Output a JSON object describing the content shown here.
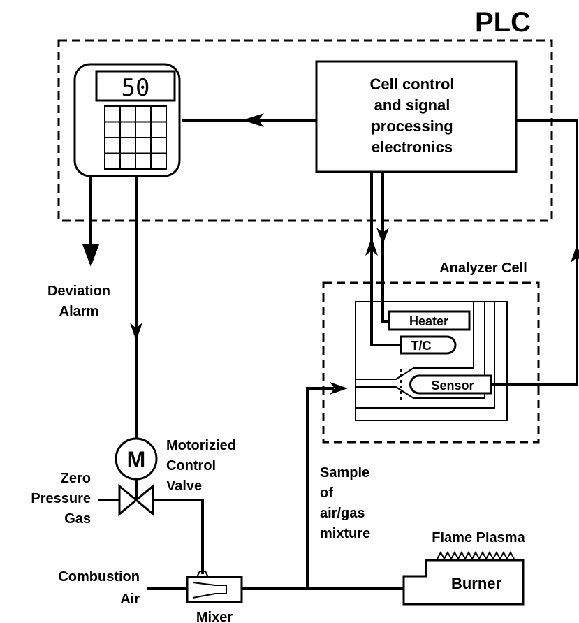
{
  "plc": {
    "title": "PLC"
  },
  "controller": {
    "display_value": "50"
  },
  "electronics": {
    "lines": [
      "Cell control",
      "and signal",
      "processing",
      "electronics"
    ]
  },
  "alarm": {
    "lines": [
      "Deviation",
      "Alarm"
    ]
  },
  "analyzer": {
    "title": "Analyzer Cell",
    "heater": "Heater",
    "tc": "T/C",
    "sensor": "Sensor"
  },
  "valve": {
    "motor_letter": "M",
    "lines": [
      "Motorizied",
      "Control",
      "Valve"
    ]
  },
  "zero_gas": {
    "lines": [
      "Zero",
      "Pressure",
      "Gas"
    ]
  },
  "sample": {
    "lines": [
      "Sample",
      "of",
      "air/gas",
      "mixture"
    ]
  },
  "combustion": {
    "lines": [
      "Combustion",
      "Air"
    ]
  },
  "mixer": {
    "label": "Mixer"
  },
  "burner": {
    "label": "Burner",
    "flame_label": "Flame Plasma"
  }
}
